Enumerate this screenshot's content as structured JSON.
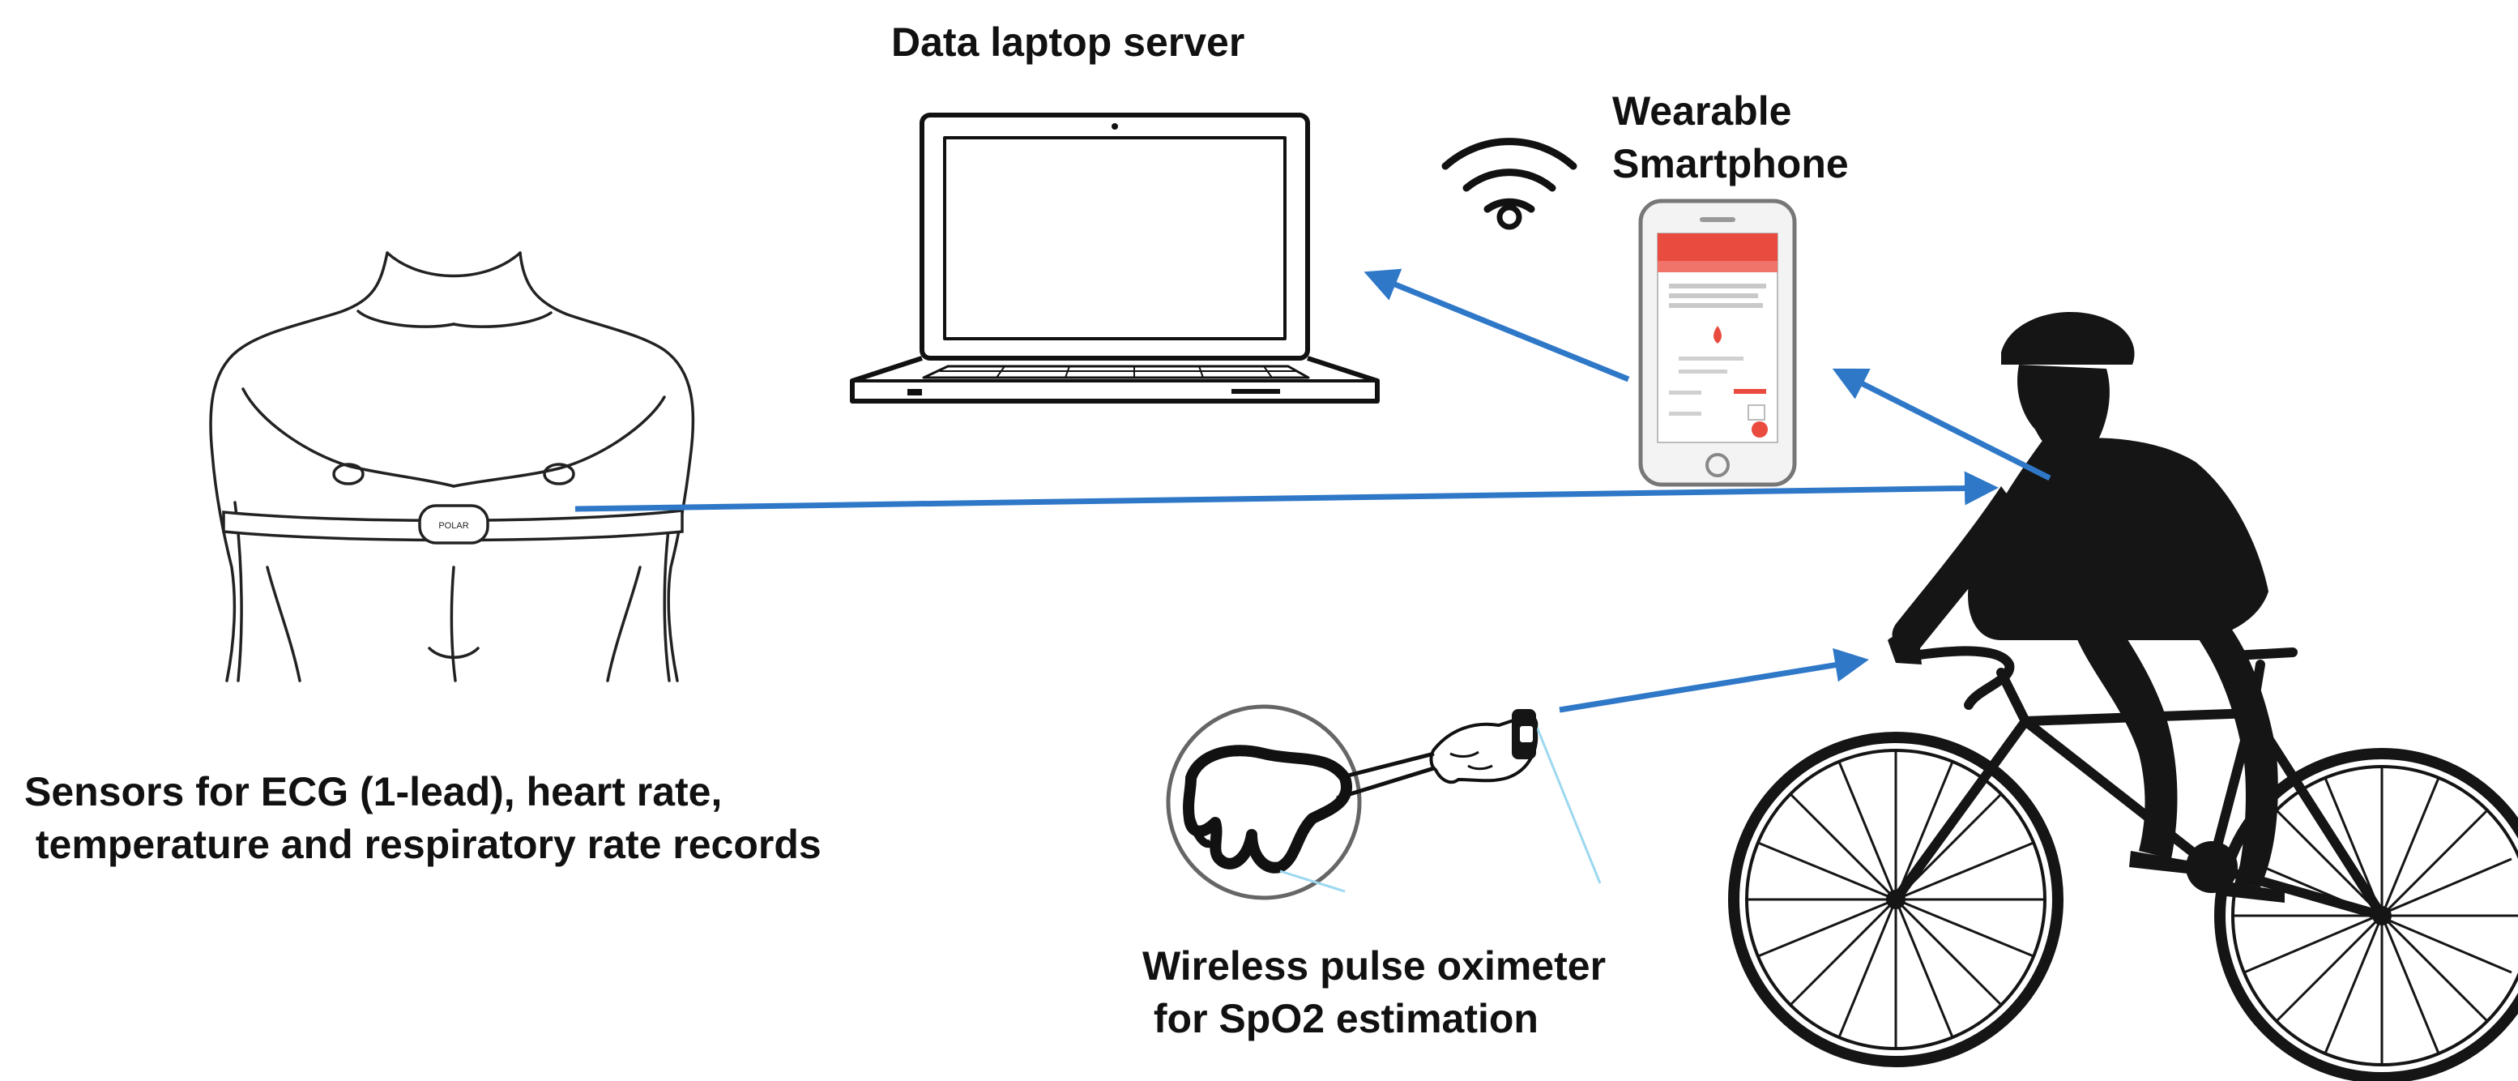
{
  "labels": {
    "laptop": "Data laptop server",
    "phone_line1": "Wearable",
    "phone_line2": "Smartphone",
    "sensors_line1": "Sensors for ECG (1-lead), heart rate,",
    "sensors_line2": " temperature and respiratory rate records",
    "oximeter_line1": "Wireless pulse oximeter",
    "oximeter_line2": " for SpO2 estimation"
  },
  "colors": {
    "arrow": "#2f78c8",
    "phone_screen_accent": "#ea4b3f",
    "silhouette": "#151515"
  },
  "icons": [
    "wifi-icon",
    "laptop-icon",
    "smartphone-icon",
    "torso-icon",
    "chest-strap-icon",
    "cyclist-icon",
    "hand-icon",
    "wristband-icon"
  ]
}
